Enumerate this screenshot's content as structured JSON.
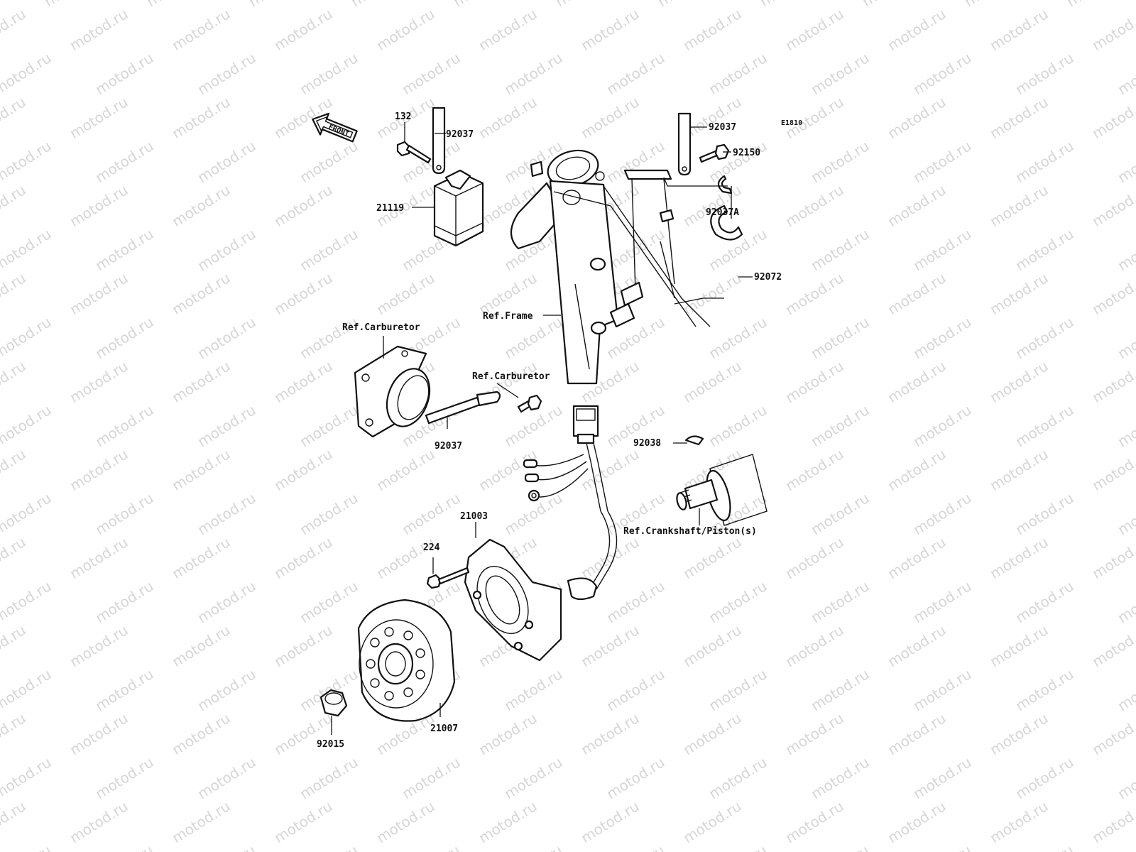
{
  "diagram_id": "E1810",
  "direction_label": "FRONT",
  "watermark": "motod.ru",
  "callouts": {
    "c132": "132",
    "c92037_top_left": "92037",
    "c21119": "21119",
    "c92037_top_right": "92037",
    "c92150": "92150",
    "c92037A": "92037A",
    "c92072": "92072",
    "ref_frame": "Ref.Frame",
    "ref_carburetor_left": "Ref.Carburetor",
    "ref_carburetor_right": "Ref.Carburetor",
    "c92037_mid": "92037",
    "c92038": "92038",
    "ref_crankshaft": "Ref.Crankshaft/Piston(s)",
    "c21003": "21003",
    "c224": "224",
    "c21007": "21007",
    "c92015": "92015"
  }
}
